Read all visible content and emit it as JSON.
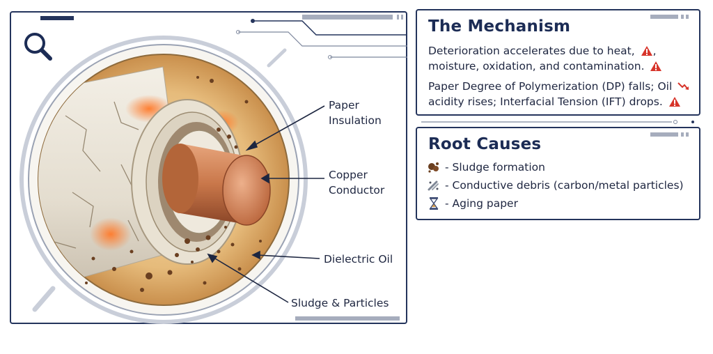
{
  "diagram": {
    "labels": {
      "paper_insulation_line1": "Paper",
      "paper_insulation_line2": "Insulation",
      "copper_conductor_line1": "Copper",
      "copper_conductor_line2": "Conductor",
      "dielectric_oil": "Dielectric Oil",
      "sludge_particles": "Sludge & Particles"
    },
    "icons": {
      "magnifier": "magnifier-icon"
    }
  },
  "mechanism": {
    "title": "The Mechanism",
    "para1_a": "Deterioration accelerates due to heat,",
    "para1_b": "moisture, oxidation, and contamination.",
    "para2_a": "Paper Degree of Polymerization (DP) falls; Oil",
    "para2_b": "acidity rises; Interfacial Tension (IFT) drops.",
    "icons": [
      "warning-icon",
      "trend-down-icon"
    ]
  },
  "root_causes": {
    "title": "Root Causes",
    "items": [
      {
        "icon": "sludge-icon",
        "text": "- Sludge formation"
      },
      {
        "icon": "debris-icon",
        "text": "- Conductive debris (carbon/metal particles)"
      },
      {
        "icon": "hourglass-icon",
        "text": "- Aging paper"
      }
    ]
  },
  "colors": {
    "frame": "#24345c",
    "oil": "#e4b97a",
    "copper": "#c8774a",
    "paper": "#ece6da",
    "warning": "#d7342a"
  }
}
